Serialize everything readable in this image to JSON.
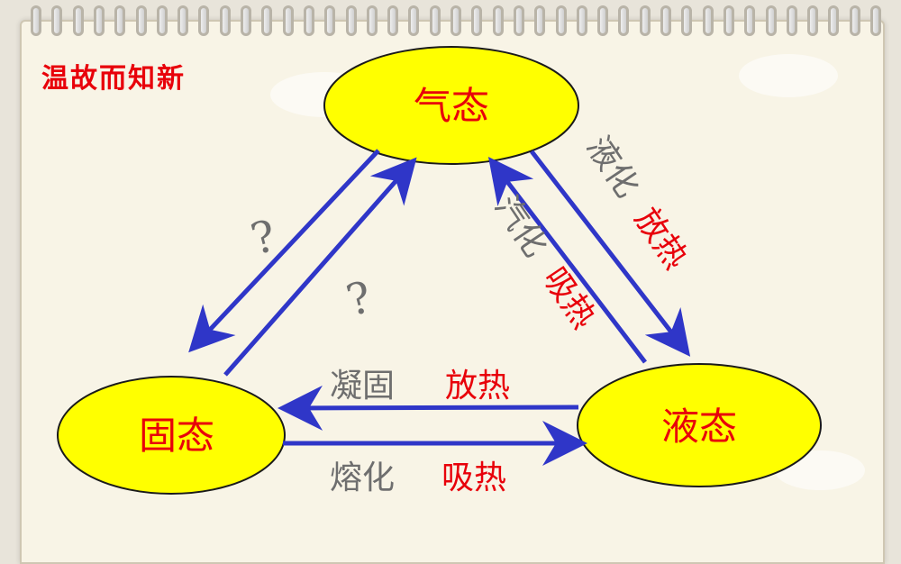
{
  "title": "温故而知新",
  "states": {
    "gas": "气态",
    "solid": "固态",
    "liquid": "液态"
  },
  "transitions": {
    "liquefaction": {
      "name": "液化",
      "heat": "放热"
    },
    "vaporization": {
      "name": "汽化",
      "heat": "吸热"
    },
    "solidification": {
      "name": "凝固",
      "heat": "放热"
    },
    "melting": {
      "name": "熔化",
      "heat": "吸热"
    },
    "unknown_1": "?",
    "unknown_2": "?"
  },
  "colors": {
    "ellipse_fill": "#ffff00",
    "arrow": "#2f36c8",
    "red_text": "#e8000a",
    "gray_text": "#6e6e6e"
  }
}
